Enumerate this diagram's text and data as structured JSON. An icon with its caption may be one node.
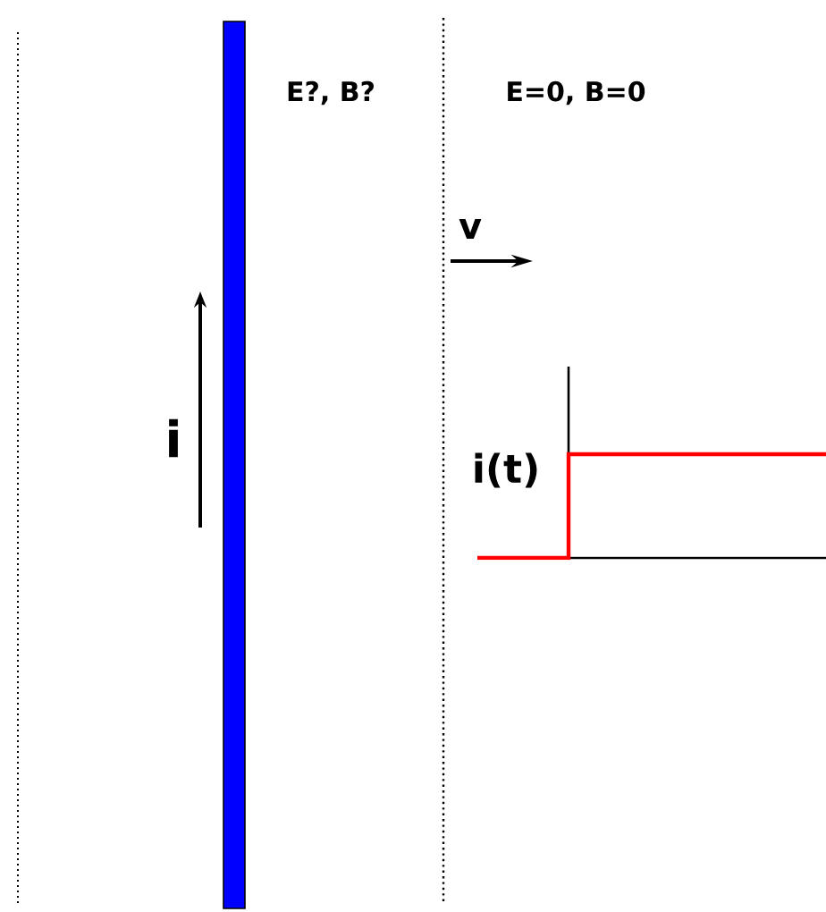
{
  "diagram": {
    "labels": [
      "E?, B?",
      "E=0, B=0",
      "v",
      "i",
      "i(t)"
    ]
  }
}
